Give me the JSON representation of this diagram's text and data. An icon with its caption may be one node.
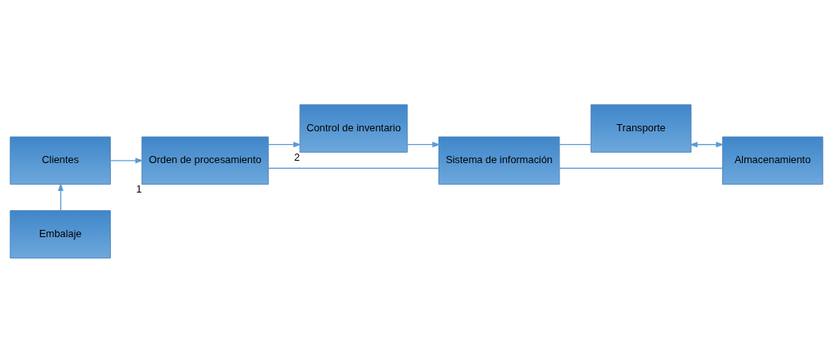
{
  "diagram": {
    "nodes": [
      {
        "text": [
          "Clientes"
        ]
      },
      {
        "text": [
          "Orden de procesamiento"
        ],
        "beside": [
          "1"
        ]
      },
      {
        "text": [
          "Control de inventario"
        ],
        "beside": [
          "2"
        ]
      },
      {
        "text": [
          "Sistema de información"
        ]
      },
      {
        "text": [
          "Transporte"
        ]
      },
      {
        "text": [
          "Embalaje"
        ]
      },
      {
        "text": [
          "Almacenamiento"
        ]
      }
    ],
    "edges": [
      {
        "from": 0,
        "to": 1,
        "arrow": "to"
      },
      {
        "from": 1,
        "to": 2,
        "arrow": "to"
      },
      {
        "from": 2,
        "to": 3,
        "arrow": "to"
      },
      {
        "from": 1,
        "to": 3,
        "arrow": "none"
      },
      {
        "from": 3,
        "to": 4,
        "arrow": "none"
      },
      {
        "from": 4,
        "to": 6,
        "arrow": "both"
      },
      {
        "from": 3,
        "to": 6,
        "arrow": "none"
      },
      {
        "from": 5,
        "to": 0,
        "arrow": "to"
      }
    ]
  }
}
